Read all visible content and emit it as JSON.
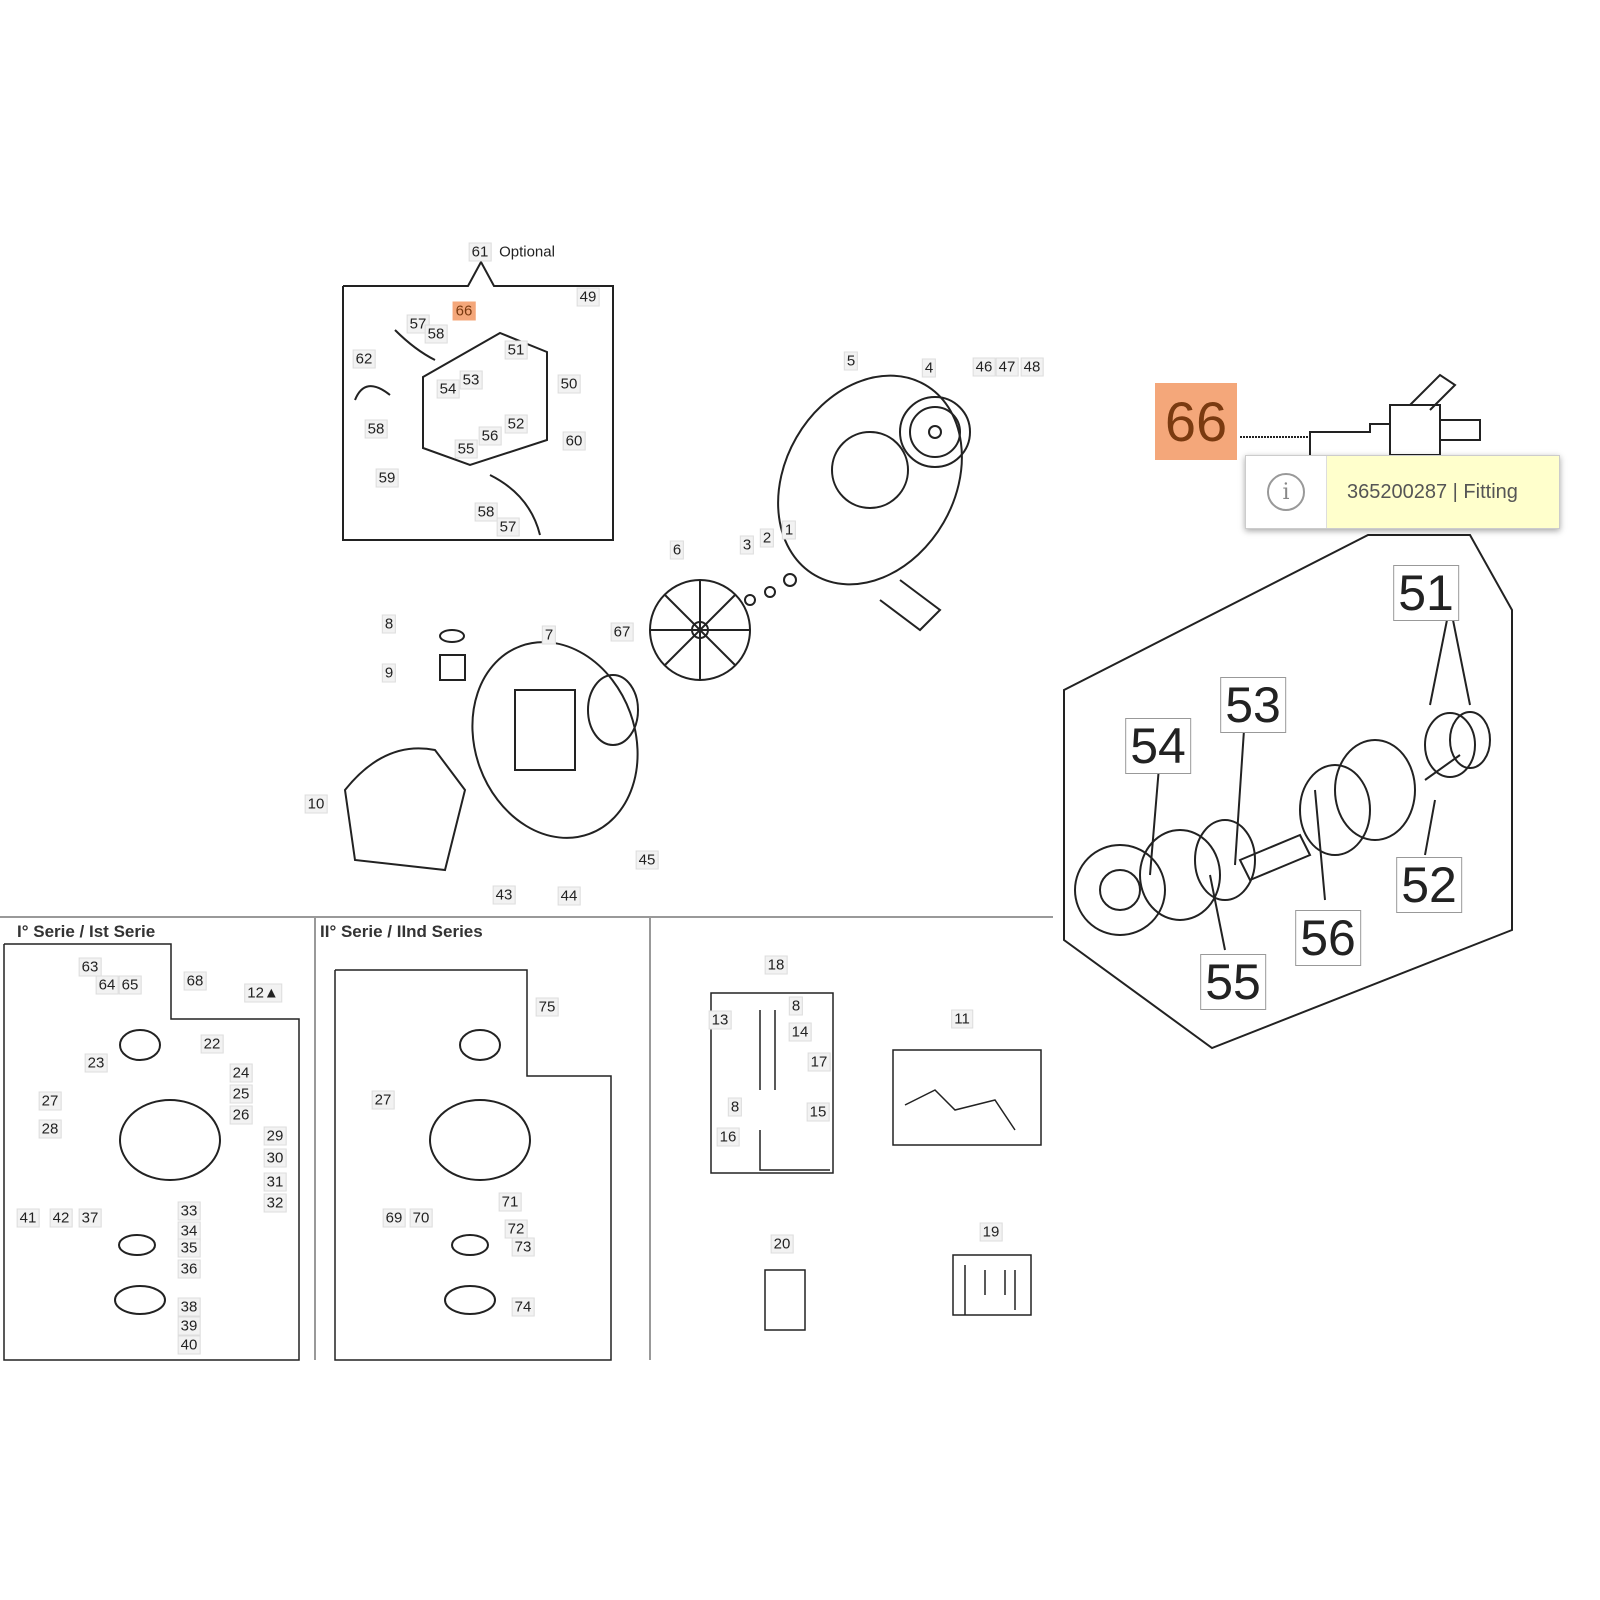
{
  "optional_group": {
    "number": "61",
    "label": "Optional"
  },
  "highlighted_part": "66",
  "tooltip": {
    "text": "365200287 | Fitting",
    "icon": "info-icon"
  },
  "section_headers": [
    "I° Serie / Ist Serie",
    "II° Serie / IInd Series"
  ],
  "small_labels": [
    "66",
    "49",
    "57",
    "58",
    "62",
    "51",
    "54",
    "53",
    "50",
    "58",
    "52",
    "56",
    "55",
    "60",
    "59",
    "58",
    "57",
    "5",
    "4",
    "46",
    "47",
    "48",
    "6",
    "3",
    "2",
    "1",
    "8",
    "7",
    "67",
    "9",
    "10",
    "43",
    "44",
    "45",
    "63",
    "64",
    "65",
    "68",
    "12▲",
    "22",
    "23",
    "24",
    "25",
    "27",
    "26",
    "28",
    "29",
    "30",
    "31",
    "32",
    "41",
    "42",
    "37",
    "33",
    "34",
    "35",
    "36",
    "38",
    "39",
    "40",
    "75",
    "27",
    "71",
    "72",
    "73",
    "69",
    "70",
    "74",
    "18",
    "13",
    "8",
    "14",
    "17",
    "8",
    "15",
    "16",
    "11",
    "20",
    "19"
  ],
  "detail_labels": [
    "51",
    "53",
    "54",
    "52",
    "56",
    "55"
  ],
  "colors": {
    "highlight": "#f4a77a",
    "tooltip_bg": "#ffffcc"
  }
}
